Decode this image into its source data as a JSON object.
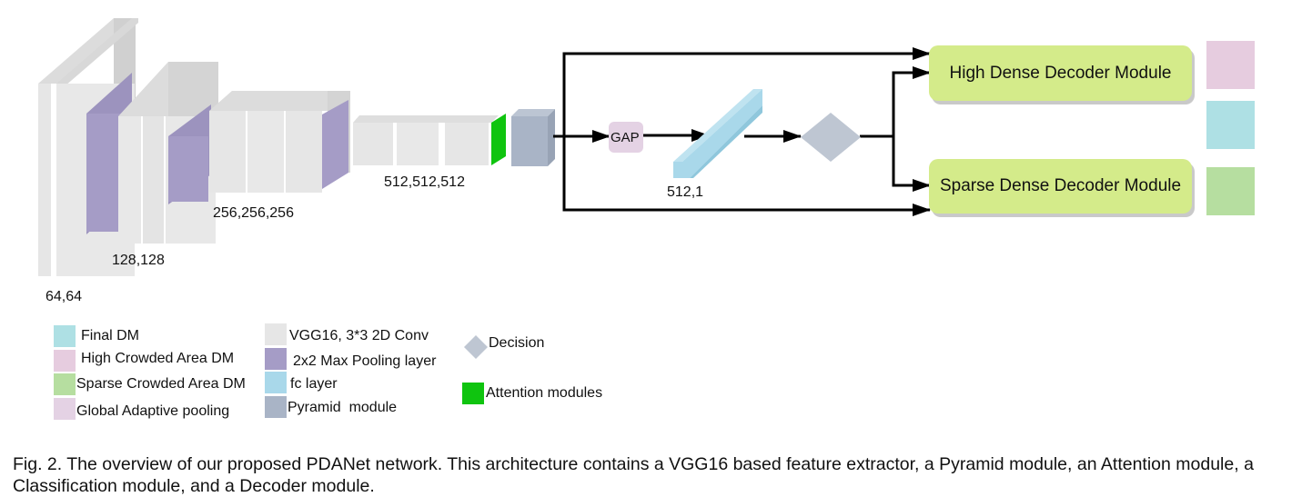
{
  "colors": {
    "conv": "#e6e6e6",
    "conv_side": "#d2d2d2",
    "pool": "#a59cc6",
    "fc": "#a9d8ea",
    "pyramid": "#a9b4c6",
    "attention": "#0fc40f",
    "gap": "#e4d2e4",
    "decoder": "#d4eb8a",
    "final_dm": "#aee0e4",
    "high_dm": "#e6ccdf",
    "sparse_dm": "#b6dea0"
  },
  "labels": {
    "l1": "64,64",
    "l2": "128,128",
    "l3": "256,256,256",
    "l4": "512,512,512",
    "fc": "512,1",
    "gap": "GAP"
  },
  "decoders": {
    "high": "High Dense Decoder Module",
    "sparse": "Sparse Dense Decoder Module"
  },
  "legend": {
    "col1": [
      {
        "label": "Final DM",
        "icon": "final-dm-swatch"
      },
      {
        "label": "High Crowded Area DM",
        "icon": "high-crowded-swatch"
      },
      {
        "label": "Sparse Crowded Area DM",
        "icon": "sparse-crowded-swatch"
      },
      {
        "label": "Global Adaptive pooling",
        "icon": "global-pooling-swatch"
      }
    ],
    "col2": [
      {
        "label": "VGG16, 3*3 2D Conv",
        "icon": "conv-swatch"
      },
      {
        "label": "2x2 Max Pooling layer",
        "icon": "pool-swatch"
      },
      {
        "label": "fc layer",
        "icon": "fc-swatch"
      },
      {
        "label": "Pyramid  module",
        "icon": "pyramid-swatch"
      }
    ],
    "decision": "Decision",
    "attention": "Attention modules"
  },
  "caption": "Fig. 2. The overview of our proposed PDANet network. This architecture contains a VGG16 based feature extractor, a Pyramid module, an Attention module, a Classification module, and a Decoder module."
}
